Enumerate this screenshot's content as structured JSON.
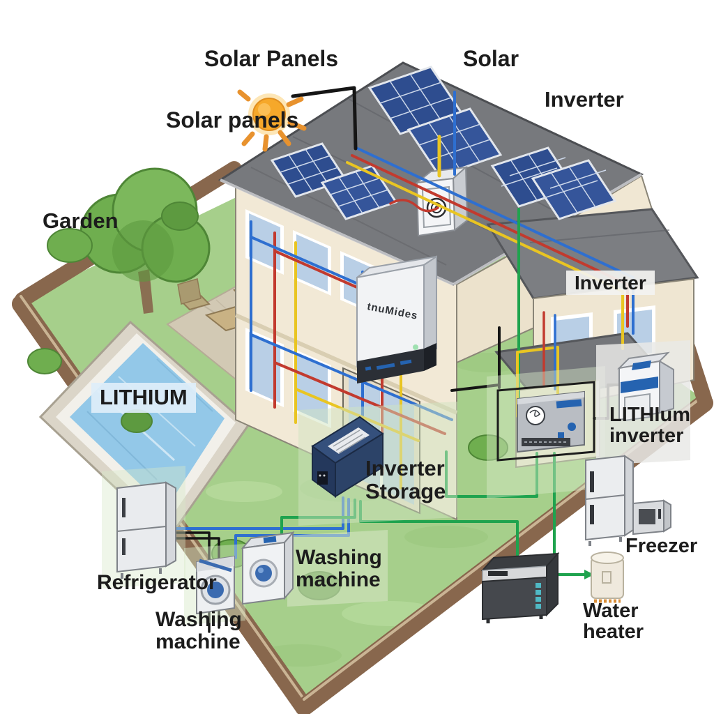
{
  "title": "Solar home energy system diagram",
  "labels": {
    "solar_panels_top": "Solar Panels",
    "solar_panels_sun": "Solar panels",
    "solar_top": "Solar",
    "inverter_top": "Inverter",
    "garden": "Garden",
    "inverter_boxed": "Inverter",
    "pool_lithium": "LITHIUM",
    "lithium_inverter": "LITHIum\ninverter",
    "inverter_storage": "Inverter\nStorage",
    "washing_machine_right": "Washing\nmachine",
    "refrigerator": "Refrigerator",
    "washing_machine_left": "Washing\nmachine",
    "freezer": "Freezer",
    "water_heater": "Water\nheater"
  },
  "devices": {
    "wall_inverter_text": "tnuMides"
  },
  "icons": {
    "sun": "sun-icon"
  },
  "colors": {
    "wire_red": "#c23a2e",
    "wire_blue": "#2e6fd0",
    "wire_yellow": "#e9c522",
    "wire_green": "#1fa34e",
    "wire_black": "#151515",
    "roof": "#77797d",
    "solar_panel": "#2e4d8f",
    "lawn": "#a6cf8b",
    "fence": "#96755a",
    "pool_water": "#93c8e8",
    "storage_box": "#24385c",
    "device_accent_blue": "#2563b0",
    "sun": "#f6a82a"
  }
}
